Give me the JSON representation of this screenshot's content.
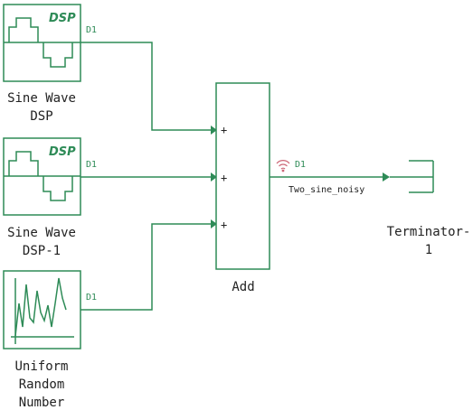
{
  "colors": {
    "line": "#2e8b57",
    "block_border": "#2e8b57",
    "port_label": "#2e8b57",
    "dsp_text": "#2e8b57",
    "text": "#222222",
    "wireless_icon": "#cc6677"
  },
  "blocks": {
    "sine1": {
      "label_line1": "Sine Wave",
      "label_line2": "DSP",
      "dsp_badge": "DSP",
      "out_port": "D1",
      "icon": "sine-wave-dsp-icon"
    },
    "sine2": {
      "label_line1": "Sine Wave",
      "label_line2": "DSP-1",
      "dsp_badge": "DSP",
      "out_port": "D1",
      "icon": "sine-wave-dsp-icon"
    },
    "uniform": {
      "label_line1": "Uniform",
      "label_line2": "Random",
      "label_line3": "Number",
      "out_port": "D1",
      "icon": "random-signal-icon"
    },
    "add": {
      "label": "Add",
      "in1": "+",
      "in2": "+",
      "in3": "+",
      "out_port": "D1"
    },
    "terminator": {
      "label_line1": "Terminator-",
      "label_line2": "1"
    }
  },
  "signals": {
    "add_out_name": "Two_sine_noisy",
    "add_out_icon": "wireless-icon"
  }
}
